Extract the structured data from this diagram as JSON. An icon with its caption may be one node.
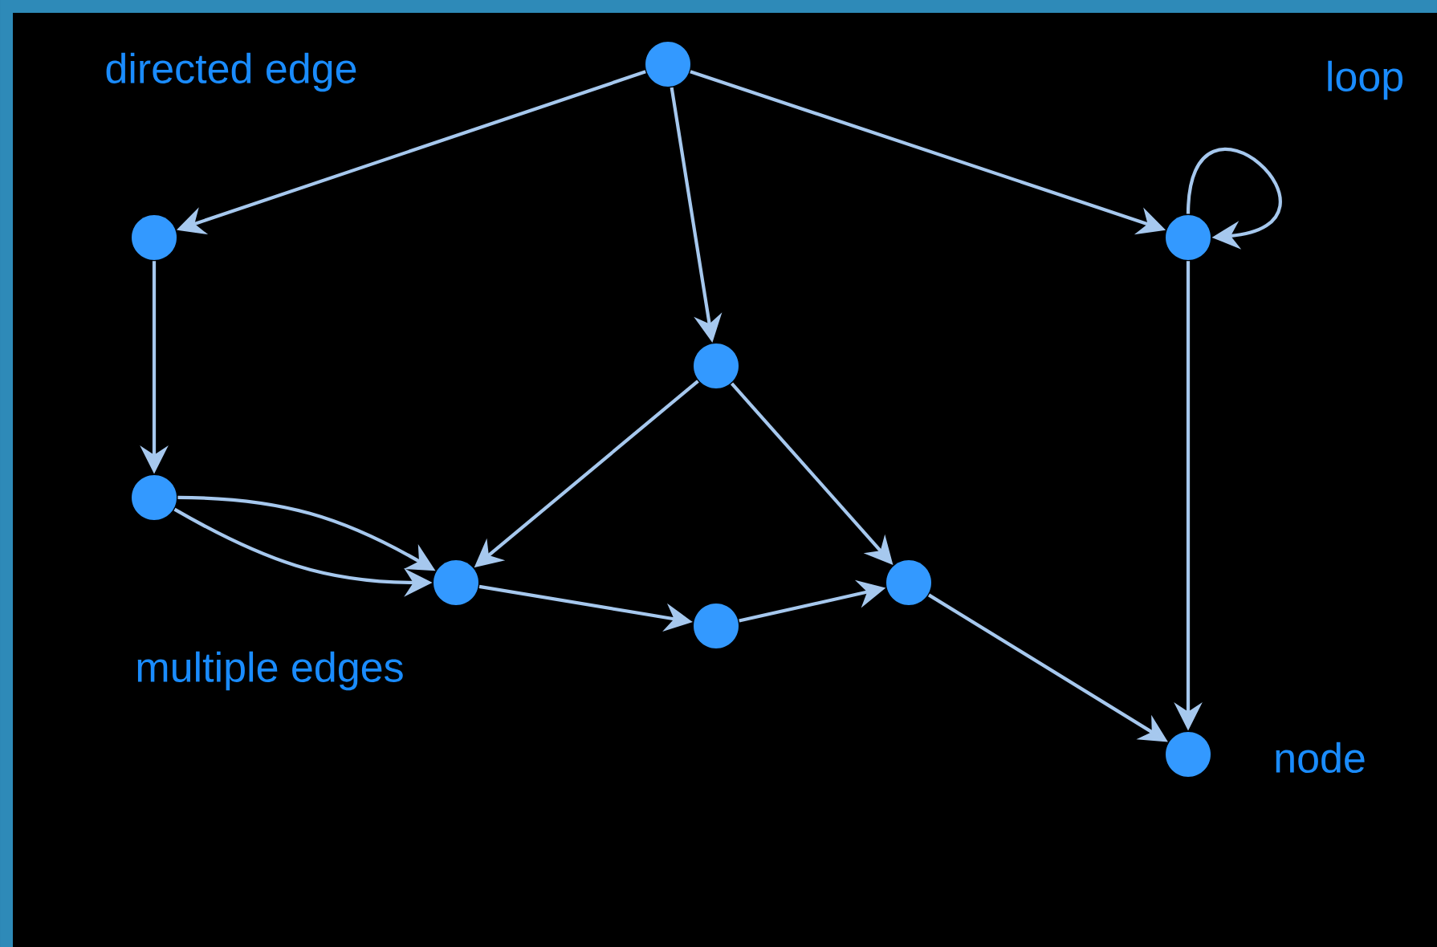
{
  "diagram": {
    "nodes": [
      {
        "text": [],
        "shape": "circle"
      },
      {
        "text": [],
        "shape": "circle"
      },
      {
        "text": [],
        "shape": "circle"
      },
      {
        "text": [],
        "shape": "circle"
      },
      {
        "text": [],
        "shape": "circle"
      },
      {
        "text": [],
        "shape": "circle"
      },
      {
        "text": [],
        "shape": "circle"
      },
      {
        "text": [],
        "shape": "circle"
      },
      {
        "text": [],
        "shape": "circle"
      }
    ],
    "edges": [
      {
        "from": 0,
        "to": 1,
        "arrow": "to"
      },
      {
        "from": 0,
        "to": 3,
        "arrow": "to"
      },
      {
        "from": 0,
        "to": 2,
        "arrow": "to"
      },
      {
        "from": 2,
        "to": 2,
        "arrow": "to"
      },
      {
        "from": 1,
        "to": 4,
        "arrow": "to"
      },
      {
        "from": 3,
        "to": 5,
        "arrow": "to"
      },
      {
        "from": 3,
        "to": 7,
        "arrow": "to"
      },
      {
        "from": 4,
        "to": 5,
        "arrow": "to"
      },
      {
        "from": 4,
        "to": 5,
        "arrow": "to"
      },
      {
        "from": 5,
        "to": 6,
        "arrow": "to"
      },
      {
        "from": 6,
        "to": 7,
        "arrow": "to"
      },
      {
        "from": 2,
        "to": 8,
        "arrow": "to"
      },
      {
        "from": 7,
        "to": 8,
        "arrow": "to"
      }
    ],
    "labels": [
      "directed edge",
      "loop",
      "multiple edges",
      "node"
    ]
  }
}
